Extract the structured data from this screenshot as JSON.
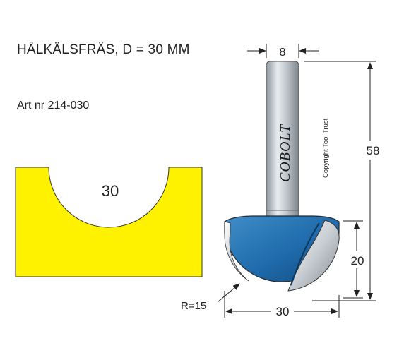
{
  "title": "HÅLKÄLSFRÄS, D = 30 MM",
  "article_number": "Art nr 214-030",
  "profile_width_label": "30",
  "brand": "COBOLT",
  "copyright": "Copyright Tool Trust",
  "dimensions": {
    "shank_diameter": "8",
    "total_length": "58",
    "cutting_height": "20",
    "cutting_diameter": "30",
    "radius": "R=15"
  },
  "colors": {
    "profile_fill": "#FFF200",
    "cutter_blue": "#1F6FB0",
    "shank_grey": "#B8BFC6"
  }
}
